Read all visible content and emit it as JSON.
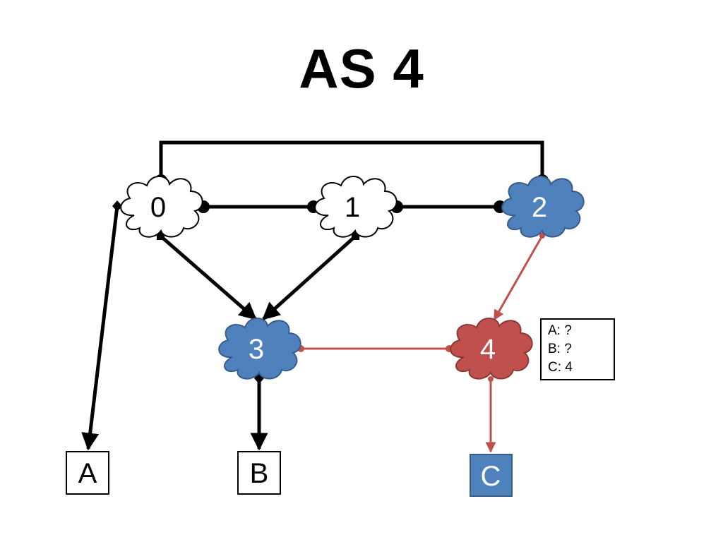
{
  "slide": {
    "title": "AS 4"
  },
  "nodes": [
    {
      "id": "0",
      "label": "0",
      "fill": "#ffffff",
      "text_color": "#000000"
    },
    {
      "id": "1",
      "label": "1",
      "fill": "#ffffff",
      "text_color": "#000000"
    },
    {
      "id": "2",
      "label": "2",
      "fill": "#4f81bd",
      "text_color": "#ffffff"
    },
    {
      "id": "3",
      "label": "3",
      "fill": "#4f81bd",
      "text_color": "#ffffff"
    },
    {
      "id": "4",
      "label": "4",
      "fill": "#c0504d",
      "text_color": "#ffffff"
    }
  ],
  "hosts": [
    {
      "id": "A",
      "label": "A",
      "fill": "#ffffff",
      "text_color": "#000000"
    },
    {
      "id": "B",
      "label": "B",
      "fill": "#ffffff",
      "text_color": "#000000"
    },
    {
      "id": "C",
      "label": "C",
      "fill": "#4f81bd",
      "text_color": "#ffffff"
    }
  ],
  "edges": [
    {
      "from": "0",
      "to": "2",
      "color": "#000000",
      "style": "over-top"
    },
    {
      "from": "0",
      "to": "1",
      "color": "#000000"
    },
    {
      "from": "1",
      "to": "2",
      "color": "#000000"
    },
    {
      "from": "0",
      "to": "3",
      "color": "#000000",
      "arrow": "to"
    },
    {
      "from": "1",
      "to": "3",
      "color": "#000000",
      "arrow": "to"
    },
    {
      "from": "0",
      "to": "A",
      "color": "#000000",
      "arrow": "to"
    },
    {
      "from": "3",
      "to": "B",
      "color": "#000000",
      "arrow": "to"
    },
    {
      "from": "2",
      "to": "4",
      "color": "#c0504d",
      "arrow": "to"
    },
    {
      "from": "4",
      "to": "3",
      "color": "#c0504d"
    },
    {
      "from": "4",
      "to": "C",
      "color": "#c0504d",
      "arrow": "to"
    }
  ],
  "routing_table": {
    "attached_to": "4",
    "rows": [
      "A: ?",
      "B: ?",
      "C: 4"
    ]
  },
  "colors": {
    "blue": "#4f81bd",
    "red": "#c0504d",
    "black": "#000000"
  }
}
